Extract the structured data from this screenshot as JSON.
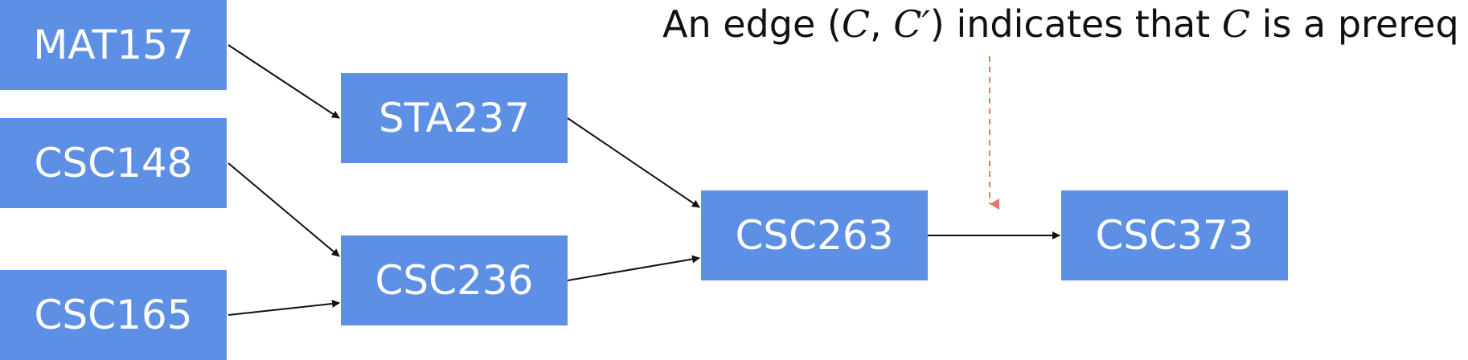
{
  "nodes": [
    {
      "id": "mat157",
      "label": "MAT157"
    },
    {
      "id": "csc148",
      "label": "CSC148"
    },
    {
      "id": "csc165",
      "label": "CSC165"
    },
    {
      "id": "sta237",
      "label": "STA237"
    },
    {
      "id": "csc236",
      "label": "CSC236"
    },
    {
      "id": "csc263",
      "label": "CSC263"
    },
    {
      "id": "csc373",
      "label": "CSC373"
    }
  ],
  "edges": [
    {
      "from": "mat157",
      "to": "sta237"
    },
    {
      "from": "csc148",
      "to": "csc236"
    },
    {
      "from": "csc165",
      "to": "csc236"
    },
    {
      "from": "sta237",
      "to": "csc263"
    },
    {
      "from": "csc236",
      "to": "csc263"
    },
    {
      "from": "csc263",
      "to": "csc373"
    }
  ],
  "annotation": {
    "prefix": "An edge (",
    "var_c": "C",
    "comma": ", ",
    "var_c_prime": "C′",
    "middle": ") indicates that ",
    "var_c2": "C",
    "suffix": " is a prereq"
  },
  "colors": {
    "node_fill": "#5d8fe5",
    "node_text": "#ffffff",
    "edge": "#111111",
    "pointer_arrow": "#e07a6a"
  }
}
